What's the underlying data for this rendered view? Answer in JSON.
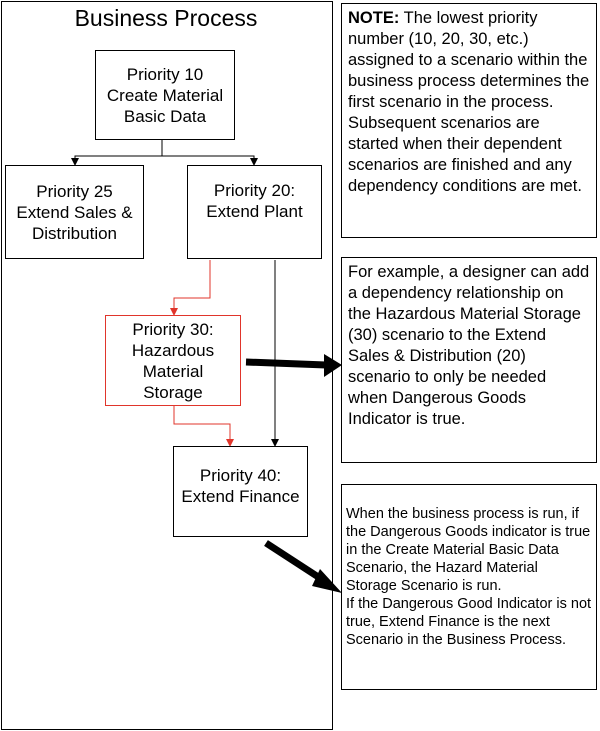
{
  "diagram": {
    "title": "Business Process",
    "nodes": {
      "create_material": "Priority 10\nCreate Material\nBasic Data",
      "extend_sales": "Priority 25\nExtend Sales &\nDistribution",
      "extend_plant": "Priority 20:\nExtend Plant",
      "hazardous": "Priority 30:\nHazardous\nMaterial\nStorage",
      "extend_finance": "Priority 40:\nExtend Finance"
    },
    "notes": {
      "note1_label": "NOTE:",
      "note1_text": " The lowest priority number (10, 20, 30, etc.) assigned to a scenario within the business process determines the first scenario in the process. Subsequent scenarios are started when their dependent scenarios are finished and any dependency conditions are met.",
      "note2_text": "For example, a designer can add a dependency relationship on the Hazardous Material Storage (30) scenario to the Extend Sales & Distribution (20) scenario to only be needed when Dangerous Goods Indicator is true.",
      "note3_text": "When the business process is run, if the Dangerous Goods indicator is true in the Create Material Basic Data Scenario, the Hazard Material Storage Scenario is run.\nIf the Dangerous Good Indicator is not true, Extend Finance is the next Scenario in the Business Process."
    },
    "colors": {
      "line": "#000000",
      "highlight": "#e0352b"
    }
  }
}
